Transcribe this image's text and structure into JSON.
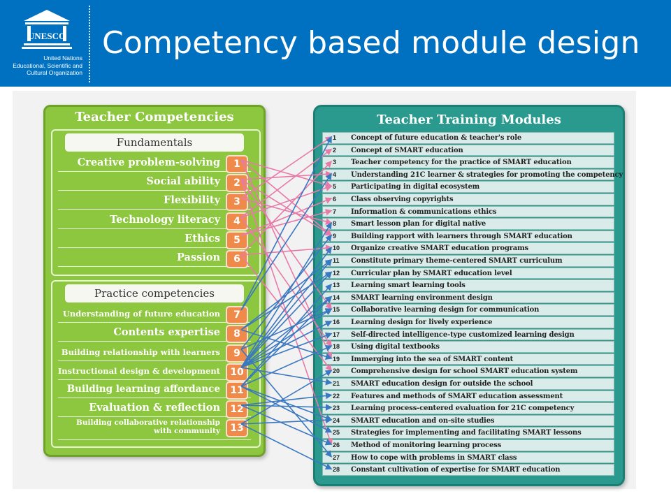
{
  "header": {
    "title": "Competency based module design",
    "logo_text": "UNESCO",
    "org_lines": [
      "United Nations",
      "Educational, Scientific and",
      "Cultural Organization"
    ],
    "background_color": "#0070c0"
  },
  "left_panel": {
    "title": "Teacher Competencies",
    "groups": [
      {
        "heading": "Fundamentals",
        "items": [
          {
            "label": "Creative problem-solving",
            "num": "1"
          },
          {
            "label": "Social ability",
            "num": "2"
          },
          {
            "label": "Flexibility",
            "num": "3"
          },
          {
            "label": "Technology literacy",
            "num": "4"
          },
          {
            "label": "Ethics",
            "num": "5"
          },
          {
            "label": "Passion",
            "num": "6"
          }
        ]
      },
      {
        "heading": "Practice competencies",
        "items": [
          {
            "label": "Understanding of future education",
            "num": "7"
          },
          {
            "label": "Contents expertise",
            "num": "8"
          },
          {
            "label": "Building relationship with learners",
            "num": "9"
          },
          {
            "label": "Instructional design & development",
            "num": "10"
          },
          {
            "label": "Building learning affordance",
            "num": "11"
          },
          {
            "label": "Evaluation & reflection",
            "num": "12"
          },
          {
            "label": "Building collaborative relationship with community",
            "num": "13"
          }
        ]
      }
    ]
  },
  "right_panel": {
    "title": "Teacher Training Modules",
    "modules": [
      {
        "num": "1",
        "label": "Concept of future education & teacher's role"
      },
      {
        "num": "2",
        "label": "Concept of SMART education"
      },
      {
        "num": "3",
        "label": "Teacher competency for the practice of SMART education"
      },
      {
        "num": "4",
        "label": "Understanding 21C learner & strategies for promoting the competency"
      },
      {
        "num": "5",
        "label": "Participating in digital ecosystem"
      },
      {
        "num": "6",
        "label": "Class observing copyrights"
      },
      {
        "num": "7",
        "label": "Information & communications ethics"
      },
      {
        "num": "8",
        "label": "Smart lesson plan for digital native"
      },
      {
        "num": "9",
        "label": "Building rapport with learners through SMART education"
      },
      {
        "num": "10",
        "label": "Organize creative SMART education  programs"
      },
      {
        "num": "11",
        "label": "Constitute primary theme-centered SMART curriculum"
      },
      {
        "num": "12",
        "label": "Curricular plan by SMART education level"
      },
      {
        "num": "13",
        "label": "Learning smart learning tools"
      },
      {
        "num": "14",
        "label": "SMART learning environment design"
      },
      {
        "num": "15",
        "label": "Collaborative learning design for communication"
      },
      {
        "num": "16",
        "label": "Learning design for lively experience"
      },
      {
        "num": "17",
        "label": "Self-directed intelligence-type customized learning design"
      },
      {
        "num": "18",
        "label": "Using digital textbooks"
      },
      {
        "num": "19",
        "label": "Immerging into the sea of SMART content"
      },
      {
        "num": "20",
        "label": "Comprehensive design for school SMART education system"
      },
      {
        "num": "21",
        "label": "SMART education design for outside the school"
      },
      {
        "num": "22",
        "label": "Features and methods of SMART education assessment"
      },
      {
        "num": "23",
        "label": "Learning process-centered evaluation for 21C competency"
      },
      {
        "num": "24",
        "label": "SMART education and on-site studies"
      },
      {
        "num": "25",
        "label": "Strategies for implementing and facilitating SMART lessons"
      },
      {
        "num": "26",
        "label": "Method of monitoring learning process"
      },
      {
        "num": "27",
        "label": "How to cope with problems in SMART class"
      },
      {
        "num": "28",
        "label": "Constant cultivation of expertise for SMART education"
      }
    ]
  },
  "links": {
    "fundamental_color": "#e87aa8",
    "practice_color": "#3a78c0",
    "fundamental": [
      [
        1,
        5
      ],
      [
        1,
        9
      ],
      [
        1,
        19
      ],
      [
        2,
        4
      ],
      [
        2,
        9
      ],
      [
        2,
        15
      ],
      [
        2,
        26
      ],
      [
        3,
        1
      ],
      [
        3,
        8
      ],
      [
        4,
        2
      ],
      [
        4,
        5
      ],
      [
        4,
        18
      ],
      [
        5,
        6
      ],
      [
        5,
        7
      ],
      [
        6,
        3
      ],
      [
        6,
        10
      ],
      [
        6,
        20
      ]
    ],
    "practice": [
      [
        7,
        1
      ],
      [
        7,
        4
      ],
      [
        8,
        11
      ],
      [
        8,
        12
      ],
      [
        8,
        19
      ],
      [
        9,
        9
      ],
      [
        9,
        15
      ],
      [
        9,
        27
      ],
      [
        10,
        8
      ],
      [
        10,
        10
      ],
      [
        10,
        11
      ],
      [
        10,
        12
      ],
      [
        10,
        14
      ],
      [
        10,
        15
      ],
      [
        10,
        16
      ],
      [
        10,
        17
      ],
      [
        10,
        21
      ],
      [
        11,
        13
      ],
      [
        11,
        14
      ],
      [
        11,
        18
      ],
      [
        11,
        24
      ],
      [
        11,
        25
      ],
      [
        12,
        22
      ],
      [
        12,
        23
      ],
      [
        12,
        26
      ],
      [
        13,
        20
      ],
      [
        13,
        24
      ],
      [
        13,
        28
      ]
    ]
  }
}
